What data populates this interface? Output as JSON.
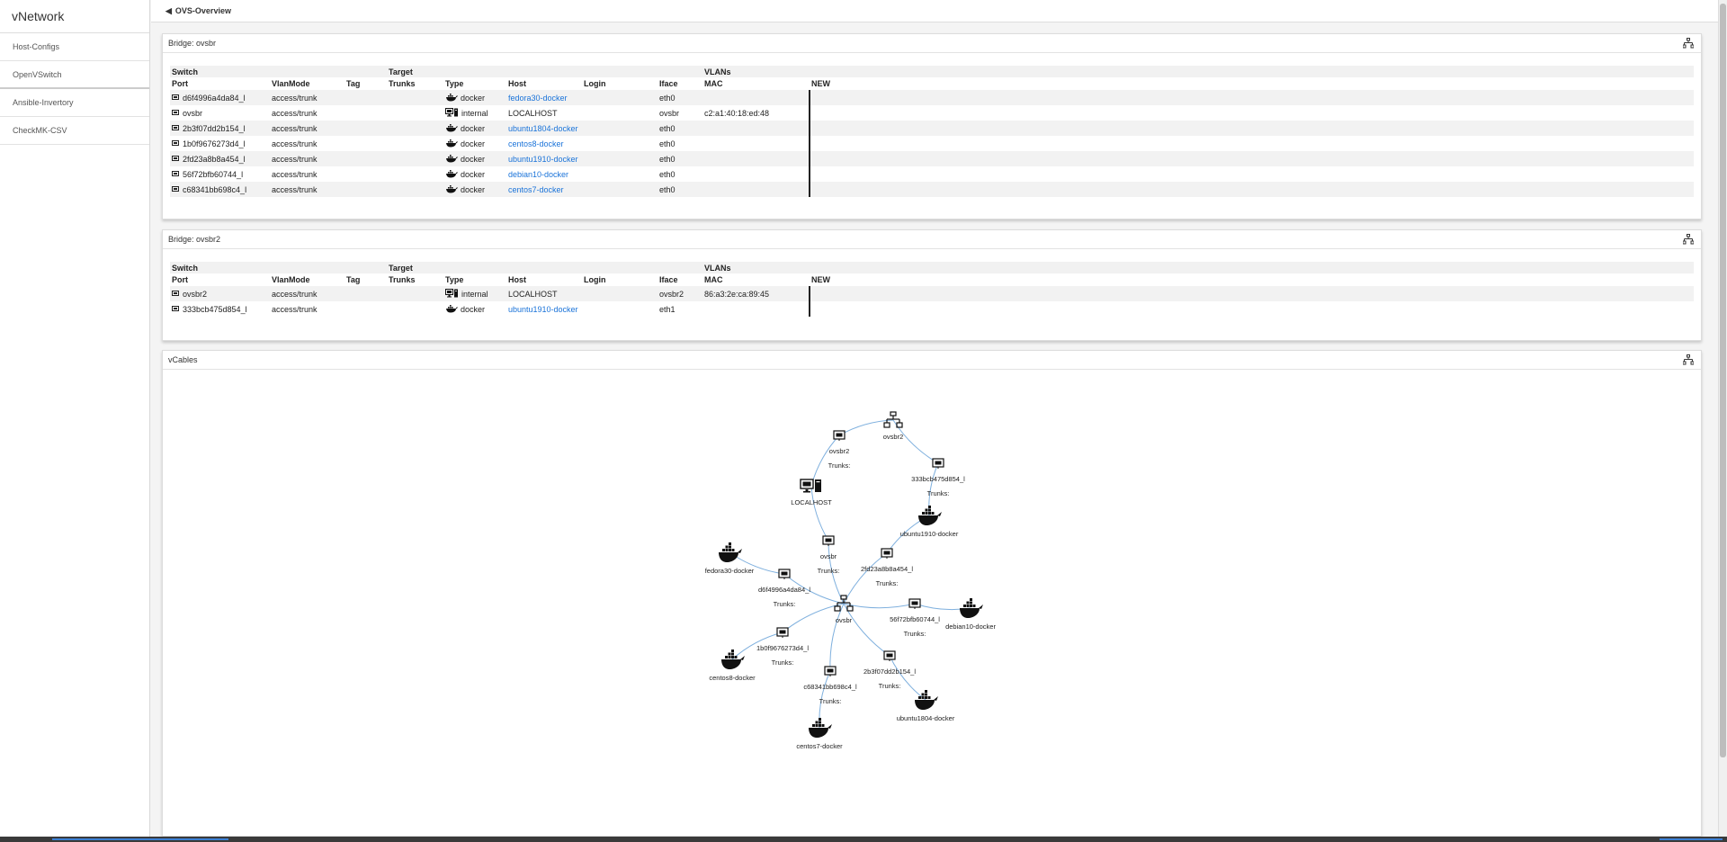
{
  "app": {
    "title": "vNetwork"
  },
  "sidebar": {
    "items": [
      {
        "label": "Host-Configs"
      },
      {
        "label": "OpenVSwitch"
      },
      {
        "label": "Ansible-Invertory"
      },
      {
        "label": "CheckMK-CSV"
      }
    ]
  },
  "header": {
    "back_label": "OVS-Overview"
  },
  "table_columns": {
    "group_switch": "Switch",
    "group_target": "Target",
    "group_vlans": "VLANs",
    "port": "Port",
    "vlanmode": "VlanMode",
    "tag": "Tag",
    "trunks": "Trunks",
    "type": "Type",
    "host": "Host",
    "login": "Login",
    "iface": "Iface",
    "mac": "MAC",
    "new": "NEW"
  },
  "bridges": [
    {
      "title": "Bridge: ovsbr",
      "rows": [
        {
          "port": "d6f4996a4da84_l",
          "vlanmode": "access/trunk",
          "tag": "",
          "trunks": "",
          "type_icon": "docker-icon",
          "type": "docker",
          "host": "fedora30-docker",
          "host_link": true,
          "login": "",
          "iface": "eth0",
          "mac": ""
        },
        {
          "port": "ovsbr",
          "vlanmode": "access/trunk",
          "tag": "",
          "trunks": "",
          "type_icon": "localhost-icon",
          "type": "internal",
          "host": "LOCALHOST",
          "host_link": false,
          "login": "",
          "iface": "ovsbr",
          "mac": "c2:a1:40:18:ed:48"
        },
        {
          "port": "2b3f07dd2b154_l",
          "vlanmode": "access/trunk",
          "tag": "",
          "trunks": "",
          "type_icon": "docker-icon",
          "type": "docker",
          "host": "ubuntu1804-docker",
          "host_link": true,
          "login": "",
          "iface": "eth0",
          "mac": ""
        },
        {
          "port": "1b0f9676273d4_l",
          "vlanmode": "access/trunk",
          "tag": "",
          "trunks": "",
          "type_icon": "docker-icon",
          "type": "docker",
          "host": "centos8-docker",
          "host_link": true,
          "login": "",
          "iface": "eth0",
          "mac": ""
        },
        {
          "port": "2fd23a8b8a454_l",
          "vlanmode": "access/trunk",
          "tag": "",
          "trunks": "",
          "type_icon": "docker-icon",
          "type": "docker",
          "host": "ubuntu1910-docker",
          "host_link": true,
          "login": "",
          "iface": "eth0",
          "mac": ""
        },
        {
          "port": "56f72bfb60744_l",
          "vlanmode": "access/trunk",
          "tag": "",
          "trunks": "",
          "type_icon": "docker-icon",
          "type": "docker",
          "host": "debian10-docker",
          "host_link": true,
          "login": "",
          "iface": "eth0",
          "mac": ""
        },
        {
          "port": "c68341bb698c4_l",
          "vlanmode": "access/trunk",
          "tag": "",
          "trunks": "",
          "type_icon": "docker-icon",
          "type": "docker",
          "host": "centos7-docker",
          "host_link": true,
          "login": "",
          "iface": "eth0",
          "mac": ""
        }
      ]
    },
    {
      "title": "Bridge: ovsbr2",
      "rows": [
        {
          "port": "ovsbr2",
          "vlanmode": "access/trunk",
          "tag": "",
          "trunks": "",
          "type_icon": "localhost-icon",
          "type": "internal",
          "host": "LOCALHOST",
          "host_link": false,
          "login": "",
          "iface": "ovsbr2",
          "mac": "86:a3:2e:ca:89:45"
        },
        {
          "port": "333bcb475d854_l",
          "vlanmode": "access/trunk",
          "tag": "",
          "trunks": "",
          "type_icon": "docker-icon",
          "type": "docker",
          "host": "ubuntu1910-docker",
          "host_link": true,
          "login": "",
          "iface": "eth1",
          "mac": ""
        }
      ]
    }
  ],
  "vcables": {
    "title": "vCables",
    "nodes": [
      {
        "id": "ovsbr2",
        "kind": "switch",
        "label": "ovsbr2",
        "trunks": ""
      },
      {
        "id": "p_ovsbr2",
        "kind": "port",
        "label": "ovsbr2",
        "trunks": "Trunks:"
      },
      {
        "id": "p_333",
        "kind": "port",
        "label": "333bcb475d854_l",
        "trunks": "Trunks:"
      },
      {
        "id": "localhost",
        "kind": "host",
        "label": "LOCALHOST",
        "trunks": ""
      },
      {
        "id": "ubuntu1910",
        "kind": "docker",
        "label": "ubuntu1910-docker",
        "trunks": ""
      },
      {
        "id": "p_ovsbr",
        "kind": "port",
        "label": "ovsbr",
        "trunks": "Trunks:"
      },
      {
        "id": "p_2fd",
        "kind": "port",
        "label": "2fd23a8b8a454_l",
        "trunks": "Trunks:"
      },
      {
        "id": "fedora30",
        "kind": "docker",
        "label": "fedora30-docker",
        "trunks": ""
      },
      {
        "id": "p_d6f",
        "kind": "port",
        "label": "d6f4996a4da84_l",
        "trunks": "Trunks:"
      },
      {
        "id": "ovsbr",
        "kind": "switch",
        "label": "ovsbr",
        "trunks": ""
      },
      {
        "id": "p_56f",
        "kind": "port",
        "label": "56f72bfb60744_l",
        "trunks": "Trunks:"
      },
      {
        "id": "debian10",
        "kind": "docker",
        "label": "debian10-docker",
        "trunks": ""
      },
      {
        "id": "p_1b0",
        "kind": "port",
        "label": "1b0f9676273d4_l",
        "trunks": "Trunks:"
      },
      {
        "id": "centos8",
        "kind": "docker",
        "label": "centos8-docker",
        "trunks": ""
      },
      {
        "id": "p_2b3",
        "kind": "port",
        "label": "2b3f07dd2b154_l",
        "trunks": "Trunks:"
      },
      {
        "id": "p_c68",
        "kind": "port",
        "label": "c68341bb698c4_l",
        "trunks": "Trunks:"
      },
      {
        "id": "ubuntu1804",
        "kind": "docker",
        "label": "ubuntu1804-docker",
        "trunks": ""
      },
      {
        "id": "centos7",
        "kind": "docker",
        "label": "centos7-docker",
        "trunks": ""
      }
    ],
    "links": [
      [
        "ovsbr2",
        "p_ovsbr2"
      ],
      [
        "ovsbr2",
        "p_333"
      ],
      [
        "p_ovsbr2",
        "localhost"
      ],
      [
        "p_333",
        "ubuntu1910"
      ],
      [
        "localhost",
        "p_ovsbr"
      ],
      [
        "p_ovsbr",
        "ovsbr"
      ],
      [
        "ubuntu1910",
        "p_2fd"
      ],
      [
        "p_2fd",
        "ovsbr"
      ],
      [
        "fedora30",
        "p_d6f"
      ],
      [
        "p_d6f",
        "ovsbr"
      ],
      [
        "ovsbr",
        "p_56f"
      ],
      [
        "p_56f",
        "debian10"
      ],
      [
        "ovsbr",
        "p_1b0"
      ],
      [
        "p_1b0",
        "centos8"
      ],
      [
        "ovsbr",
        "p_2b3"
      ],
      [
        "p_2b3",
        "ubuntu1804"
      ],
      [
        "ovsbr",
        "p_c68"
      ],
      [
        "p_c68",
        "centos7"
      ]
    ]
  },
  "colors": {
    "link": "#1a73d9",
    "edge": "#7fb0de",
    "new_marker": "#222222"
  }
}
